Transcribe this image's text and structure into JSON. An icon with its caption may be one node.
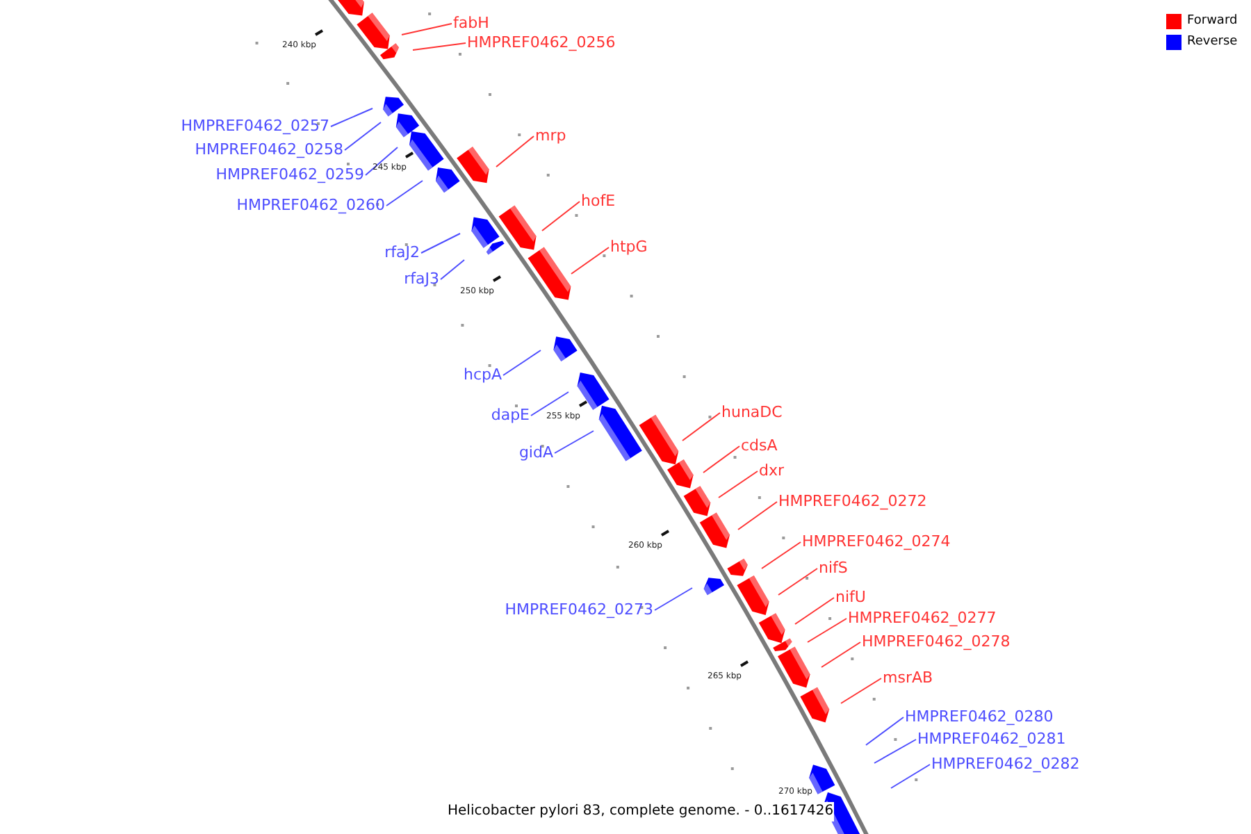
{
  "diagram": {
    "caption": "Helicobacter pylori 83, complete genome. - 0..1617426",
    "nodes": [
      {
        "text": [
          "fabH"
        ]
      },
      {
        "text": [
          "HMPREF0462_0256"
        ]
      },
      {
        "text": [
          "HMPREF0462_0257"
        ]
      },
      {
        "text": [
          "mrp"
        ]
      },
      {
        "text": [
          "HMPREF0462_0258"
        ]
      },
      {
        "text": [
          "HMPREF0462_0259"
        ]
      },
      {
        "text": [
          "hofE"
        ]
      },
      {
        "text": [
          "HMPREF0462_0260"
        ]
      },
      {
        "text": [
          "htpG"
        ]
      },
      {
        "text": [
          "rfaJ2"
        ]
      },
      {
        "text": [
          "rfaJ3"
        ]
      },
      {
        "text": [
          "hcpA"
        ]
      },
      {
        "text": [
          "hunaDC"
        ]
      },
      {
        "text": [
          "dapE"
        ]
      },
      {
        "text": [
          "cdsA"
        ]
      },
      {
        "text": [
          "gidA"
        ]
      },
      {
        "text": [
          "dxr"
        ]
      },
      {
        "text": [
          "HMPREF0462_0272"
        ]
      },
      {
        "text": [
          "HMPREF0462_0274"
        ]
      },
      {
        "text": [
          "nifS"
        ]
      },
      {
        "text": [
          "nifU"
        ]
      },
      {
        "text": [
          "HMPREF0462_0273"
        ]
      },
      {
        "text": [
          "HMPREF0462_0277"
        ]
      },
      {
        "text": [
          "HMPREF0462_0278"
        ]
      },
      {
        "text": [
          "msrAB"
        ]
      },
      {
        "text": [
          "HMPREF0462_0280"
        ]
      },
      {
        "text": [
          "HMPREF0462_0281"
        ]
      },
      {
        "text": [
          "HMPREF0462_0282"
        ]
      }
    ],
    "edges": [
      {
        "from": 0,
        "to": null,
        "arrow": "none"
      },
      {
        "from": 1,
        "to": null,
        "arrow": "none"
      },
      {
        "from": 2,
        "to": null,
        "arrow": "none",
        "color": "#4d4dff"
      },
      {
        "from": 3,
        "to": null,
        "arrow": "none"
      },
      {
        "from": 4,
        "to": null,
        "arrow": "none",
        "color": "#4d4dff"
      },
      {
        "from": 5,
        "to": null,
        "arrow": "none",
        "color": "#4d4dff"
      },
      {
        "from": 6,
        "to": null,
        "arrow": "none"
      },
      {
        "from": 7,
        "to": null,
        "arrow": "none",
        "color": "#4d4dff"
      },
      {
        "from": 8,
        "to": null,
        "arrow": "none"
      },
      {
        "from": 9,
        "to": null,
        "arrow": "none",
        "color": "#4d4dff"
      },
      {
        "from": 10,
        "to": null,
        "arrow": "none",
        "color": "#4d4dff"
      },
      {
        "from": 11,
        "to": null,
        "arrow": "none",
        "color": "#4d4dff"
      },
      {
        "from": 12,
        "to": null,
        "arrow": "none"
      },
      {
        "from": 13,
        "to": null,
        "arrow": "none",
        "color": "#4d4dff"
      },
      {
        "from": 14,
        "to": null,
        "arrow": "none"
      },
      {
        "from": 15,
        "to": null,
        "arrow": "none",
        "color": "#4d4dff"
      },
      {
        "from": 16,
        "to": null,
        "arrow": "none"
      },
      {
        "from": 17,
        "to": null,
        "arrow": "none"
      },
      {
        "from": 18,
        "to": null,
        "arrow": "none"
      },
      {
        "from": 19,
        "to": null,
        "arrow": "none"
      },
      {
        "from": 20,
        "to": null,
        "arrow": "none"
      },
      {
        "from": 21,
        "to": null,
        "arrow": "none",
        "color": "#4d4dff"
      },
      {
        "from": 22,
        "to": null,
        "arrow": "none"
      },
      {
        "from": 23,
        "to": null,
        "arrow": "none"
      },
      {
        "from": 24,
        "to": null,
        "arrow": "none"
      },
      {
        "from": 25,
        "to": null,
        "arrow": "none",
        "color": "#4d4dff"
      },
      {
        "from": 26,
        "to": null,
        "arrow": "none",
        "color": "#4d4dff"
      },
      {
        "from": 27,
        "to": null,
        "arrow": "none",
        "color": "#4d4dff"
      }
    ],
    "labels": [
      "240 kbp",
      "245 kbp",
      "250 kbp",
      "255 kbp",
      "260 kbp",
      "265 kbp",
      "270 kbp"
    ],
    "legend": [
      {
        "text": "Forward",
        "color": "#ff0000"
      },
      {
        "text": "Reverse",
        "color": "#0000ff"
      }
    ]
  }
}
